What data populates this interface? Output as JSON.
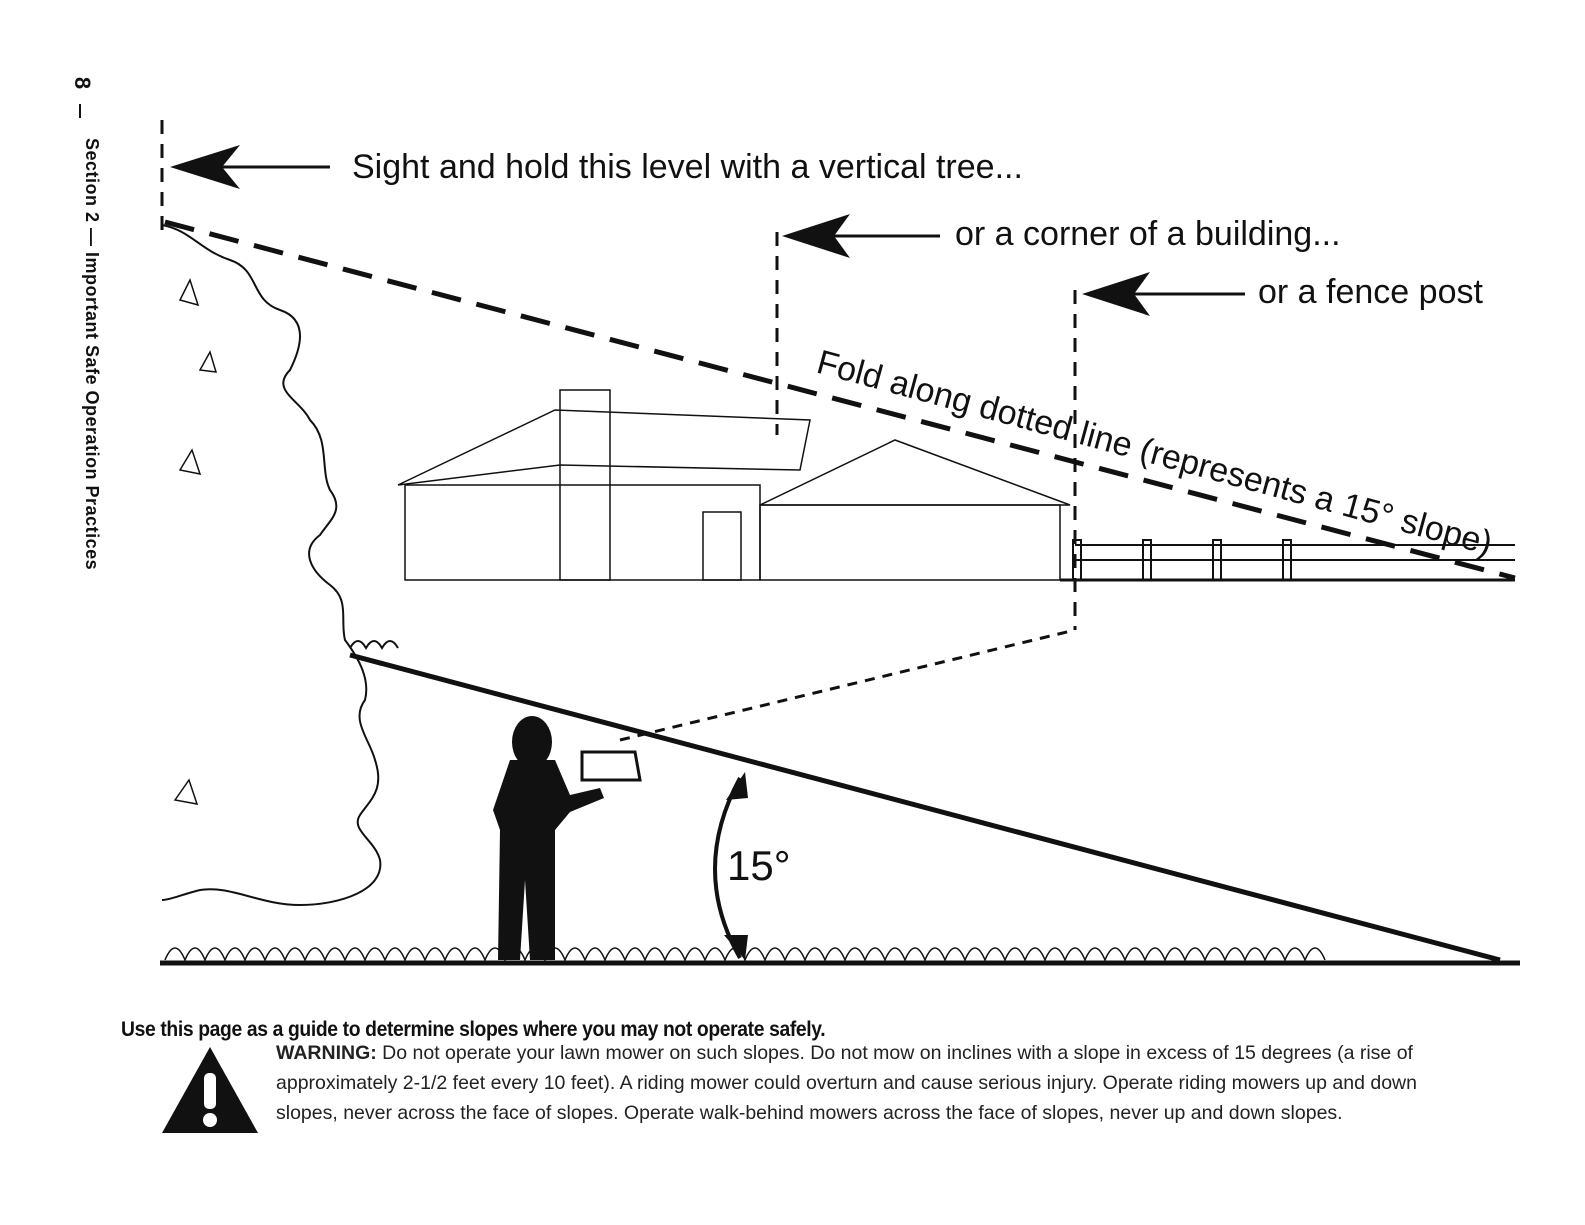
{
  "page": {
    "number": "8",
    "section_label": "Section 2 — Important Safe Operation Practices"
  },
  "illustration": {
    "callout_tree": "Sight and hold this level with a vertical tree...",
    "callout_building": "or a corner of a building...",
    "callout_fence": "or a fence post",
    "fold_text": "Fold along dotted line (represents a 15° slope)",
    "angle_label": "15°"
  },
  "caption": "Use this page as a guide to determine slopes where you may not operate safely.",
  "warning": {
    "label": "WARNING:",
    "text": " Do not operate your lawn mower on such slopes. Do not mow on inclines with a slope in excess of 15 degrees (a rise of approximately 2-1/2 feet every 10 feet). A riding mower could overturn and cause serious injury. Operate riding mowers up and down slopes, never across the face of slopes. Operate walk-behind mowers across the face of slopes, never up and down slopes.",
    "icon": "warning-triangle-icon"
  }
}
